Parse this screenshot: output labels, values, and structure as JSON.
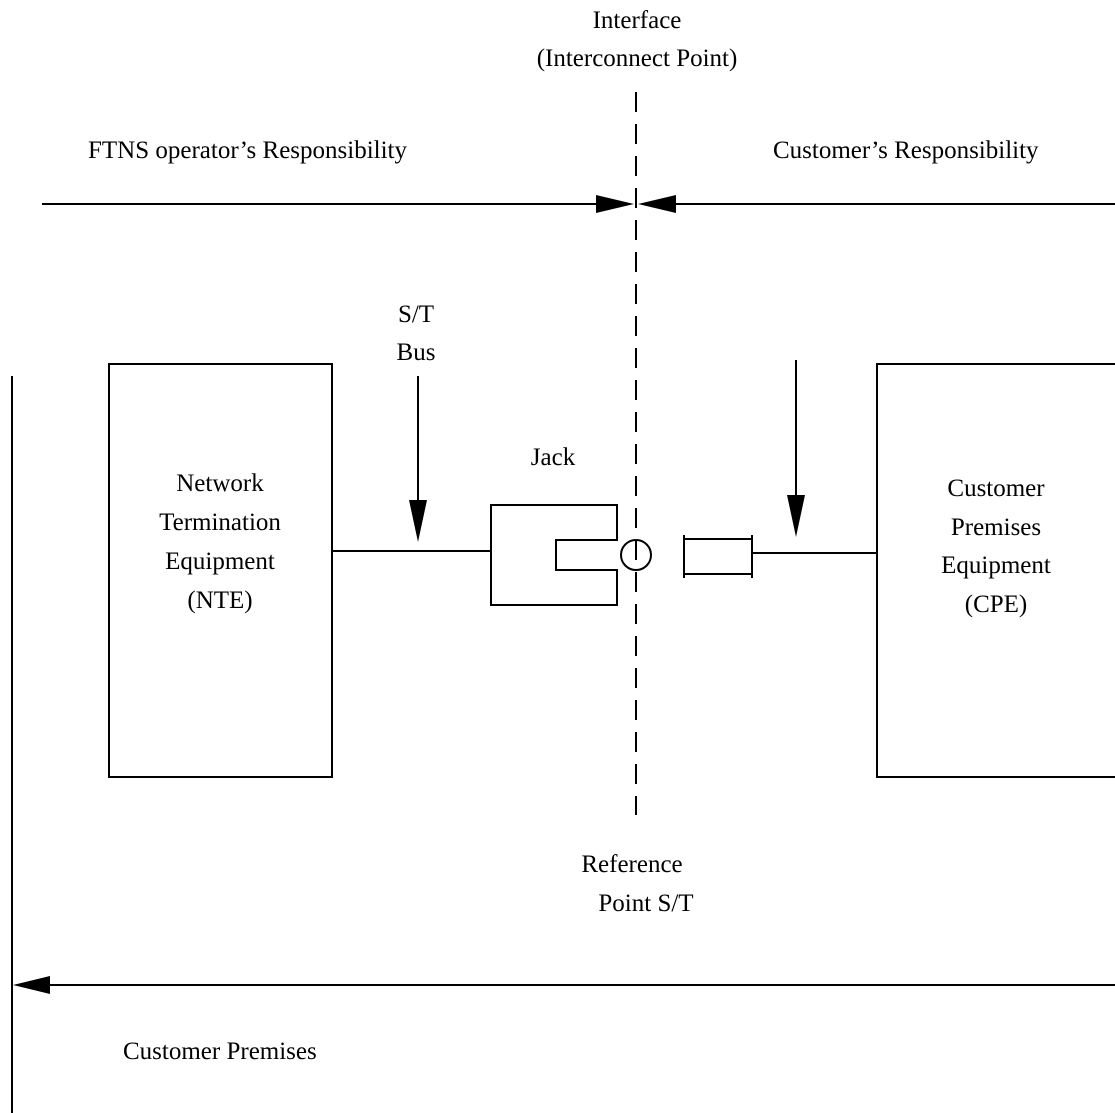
{
  "interface": {
    "line1": "Interface",
    "line2": "(Interconnect Point)"
  },
  "responsibility": {
    "operator": "FTNS operator’s Responsibility",
    "customer": "Customer’s Responsibility"
  },
  "bus": {
    "line1": "S/T",
    "line2": "Bus"
  },
  "jack": "Jack",
  "nte": {
    "line1": "Network",
    "line2": "Termination",
    "line3": "Equipment",
    "line4": "(NTE)"
  },
  "cpe": {
    "line1": "Customer",
    "line2": "Premises",
    "line3": "Equipment",
    "line4": "(CPE)"
  },
  "reference_point": {
    "line1": "Reference",
    "line2": "Point S/T"
  },
  "premises": "Customer Premises"
}
